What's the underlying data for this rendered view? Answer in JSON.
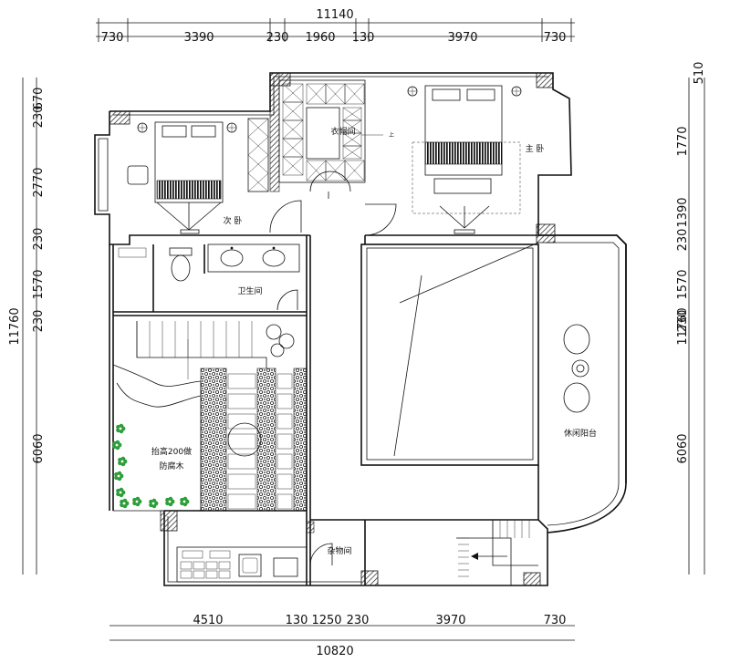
{
  "dimensions": {
    "top_total": "11140",
    "top_segments": [
      "730",
      "3390",
      "230",
      "1960",
      "130",
      "3970",
      "730"
    ],
    "bottom_total": "10820",
    "bottom_segments": [
      "4510",
      "130",
      "1250",
      "230",
      "3970",
      "730"
    ],
    "left_total": "11760",
    "left_segments": [
      "230",
      "670",
      "2770",
      "230",
      "1570",
      "230",
      "6060"
    ],
    "right_total": "11760",
    "right_segments": [
      "510",
      "1770",
      "1390",
      "230",
      "1570",
      "230",
      "6060"
    ]
  },
  "rooms": {
    "second_bedroom": "次 卧",
    "master_bedroom": "主 卧",
    "closet": "衣帽间",
    "bathroom": "卫生间",
    "storage": "杂物间",
    "leisure_balcony": "休闲阳台",
    "raised_deck_line1": "抬高200做",
    "raised_deck_line2": "防腐木",
    "up_mark": "上"
  },
  "colors": {
    "line": "#111111",
    "wall_fill": "#555555",
    "plant": "#2e9e3a",
    "pebble": "#222222"
  }
}
